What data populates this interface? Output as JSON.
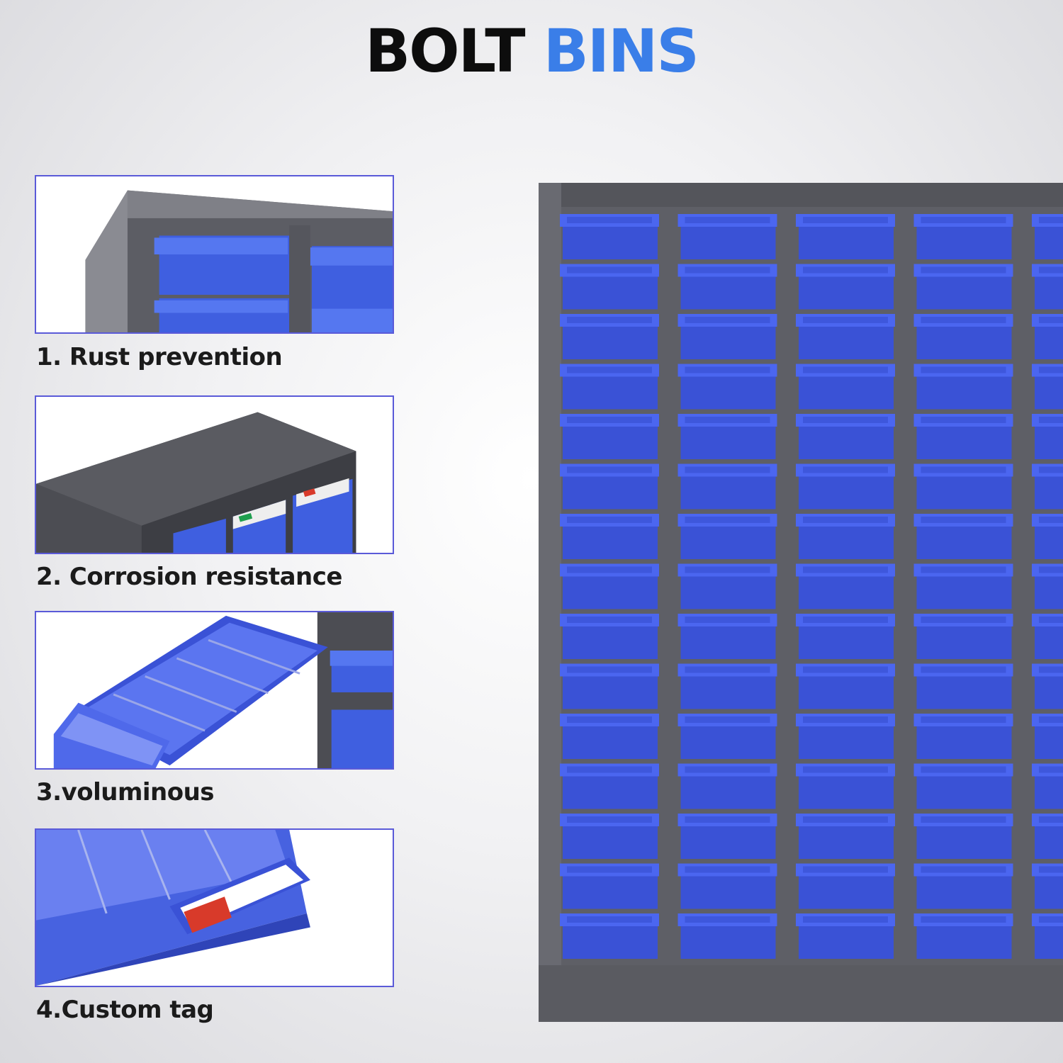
{
  "title": {
    "word1": "BOLT",
    "word2": "BINS",
    "word1_color": "#0d0d0d",
    "word2_color": "#3a7ee8"
  },
  "features": [
    {
      "label": "1. Rust prevention"
    },
    {
      "label": "2. Corrosion resistance"
    },
    {
      "label": "3.voluminous"
    },
    {
      "label": "4.Custom tag"
    }
  ],
  "colors": {
    "cabinet_gray": "#5e5f66",
    "bin_blue": "#3a52d6",
    "bin_blue_light": "#4b66f0",
    "panel_border": "#5a5ad8",
    "tag_red": "#d83a2a",
    "tag_green": "#1e9e4e"
  },
  "cabinet": {
    "columns_visible": 5,
    "rows": 15
  }
}
